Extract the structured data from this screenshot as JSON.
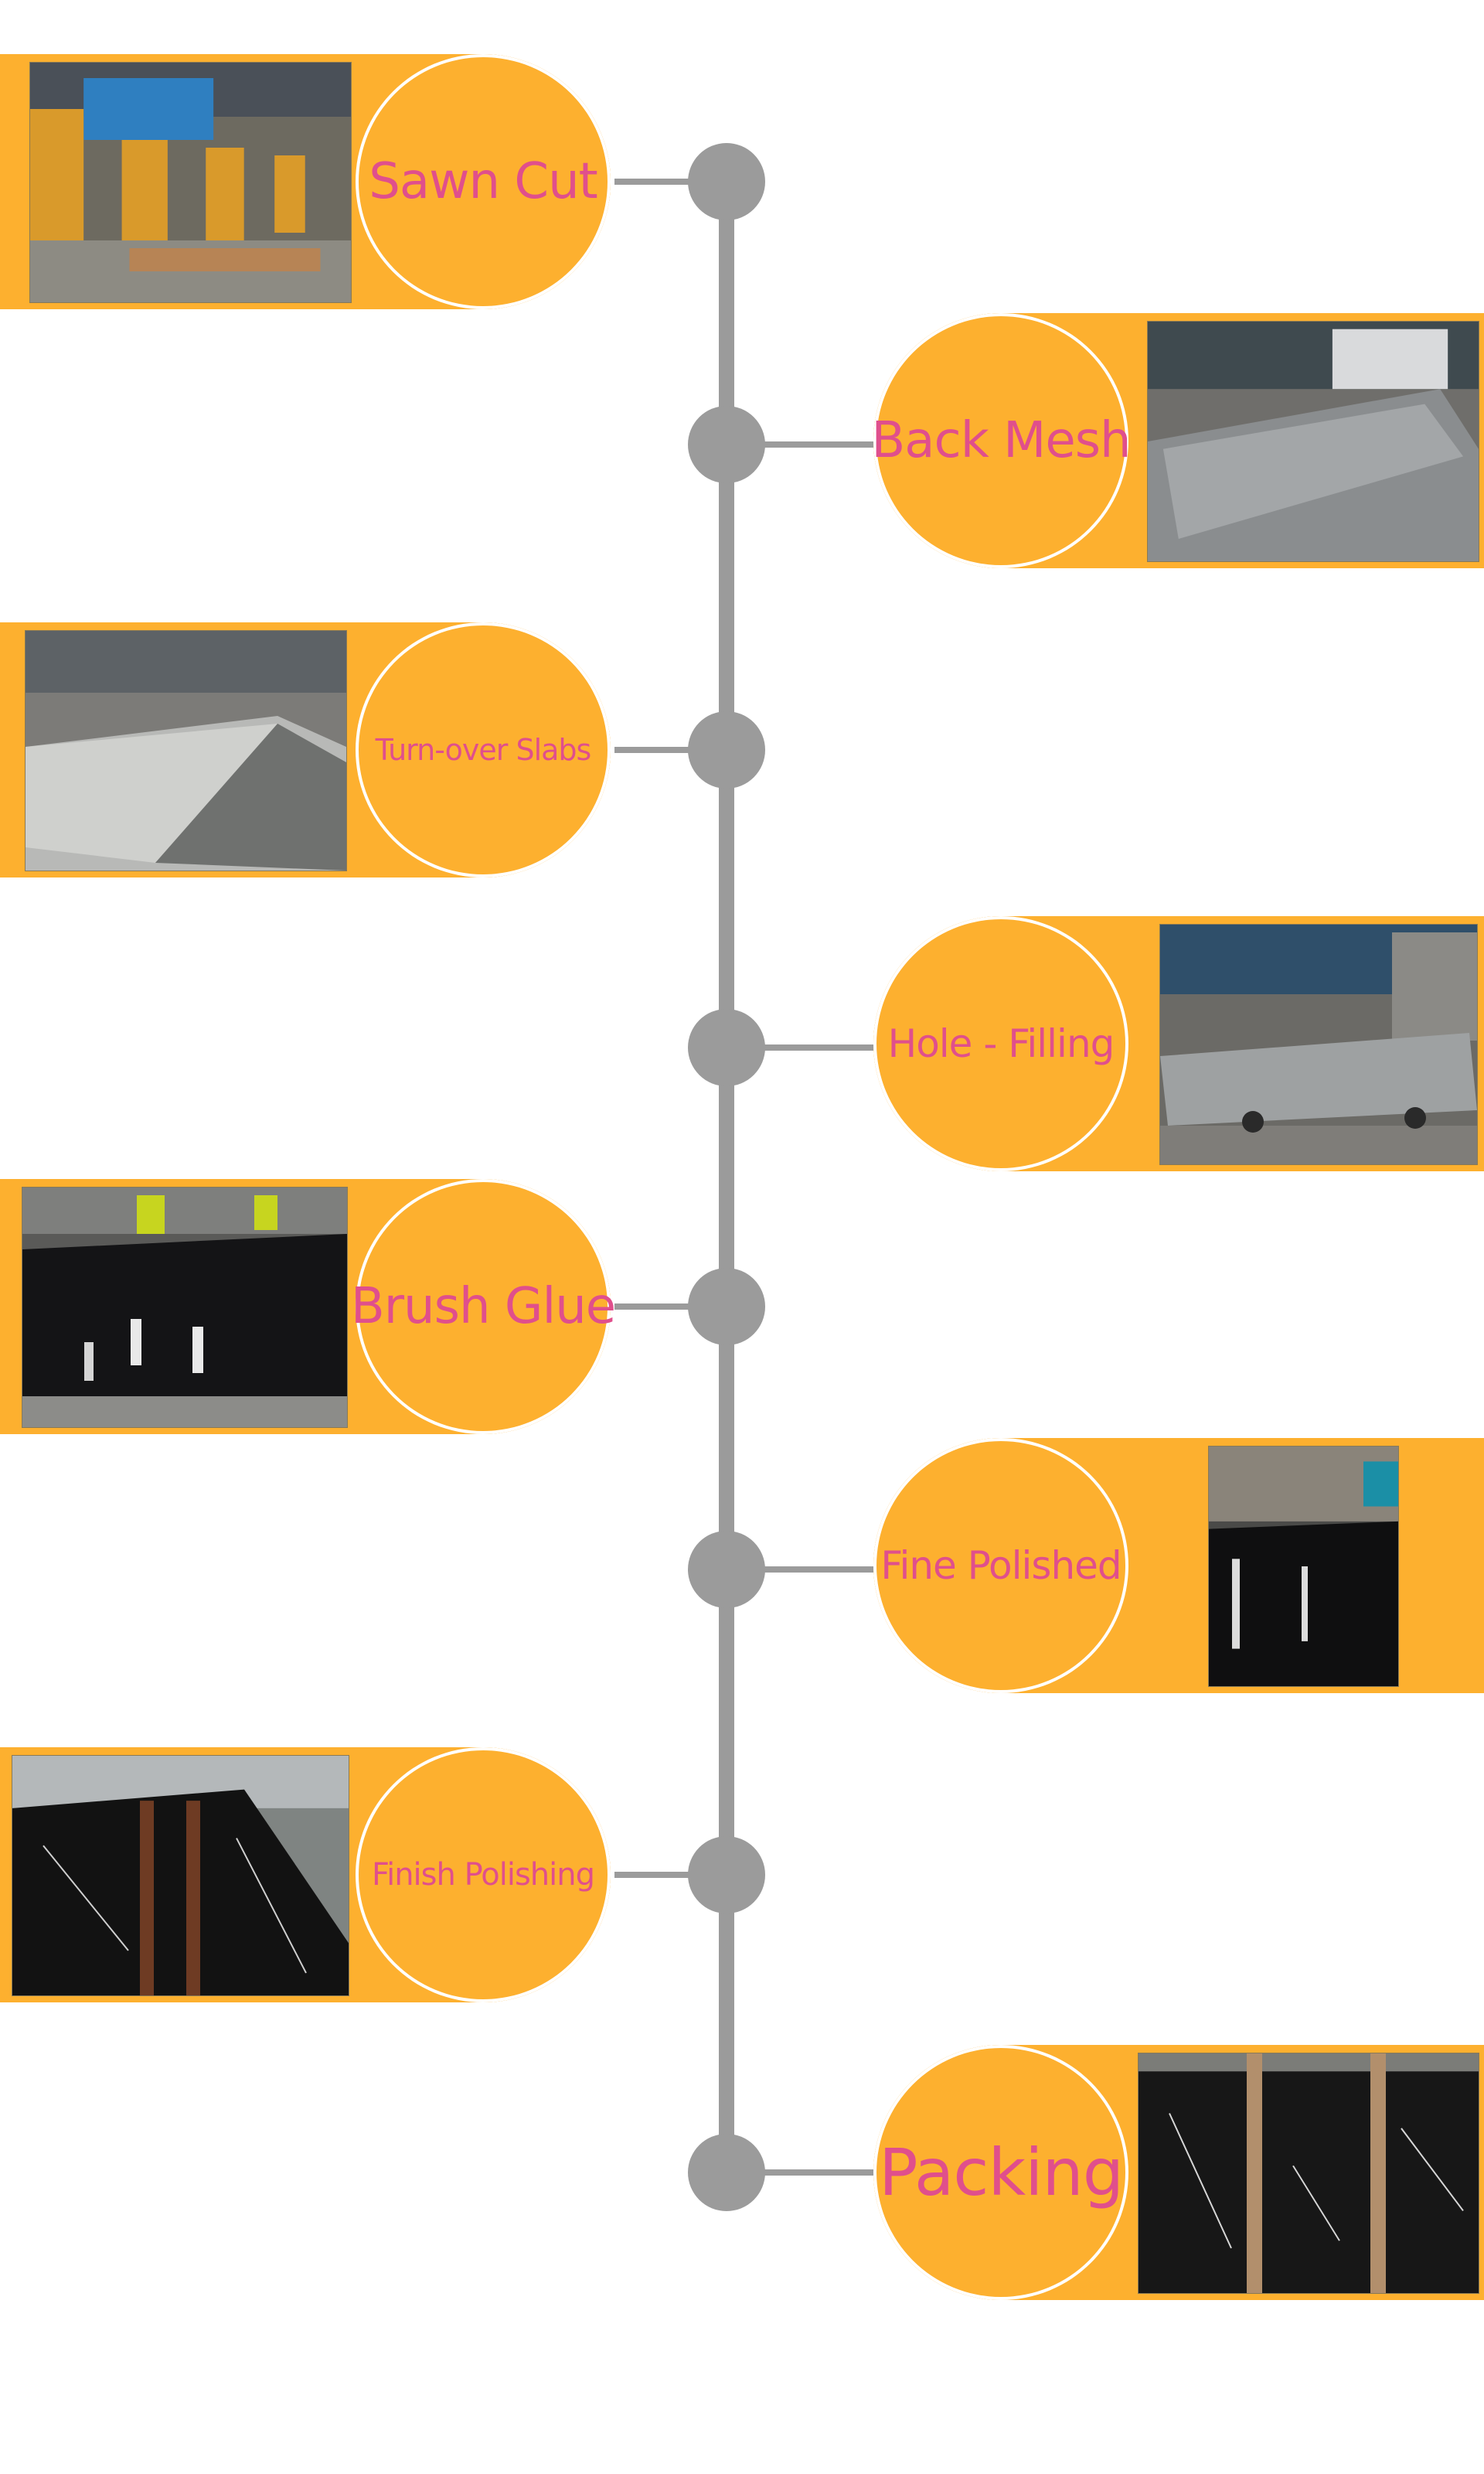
{
  "colors": {
    "pill": "#fdb02f",
    "label": "#e04f8c",
    "line": "#9b9b9b",
    "dot": "#9b9b9b"
  },
  "steps": [
    {
      "label": "Sawn Cut",
      "side": "left",
      "photo_icon": "gang-saw-machine-photo"
    },
    {
      "label": "Back Mesh",
      "side": "right",
      "photo_icon": "slab-with-mesh-photo"
    },
    {
      "label": "Turn-over Slabs",
      "side": "left",
      "photo_icon": "turned-slab-photo"
    },
    {
      "label": "Hole - Filling",
      "side": "right",
      "photo_icon": "slab-on-cart-photo"
    },
    {
      "label": "Brush Glue",
      "side": "left",
      "photo_icon": "workers-gluing-photo"
    },
    {
      "label": "Fine Polished",
      "side": "right",
      "photo_icon": "polished-black-slab-photo"
    },
    {
      "label": "Finish Polishing",
      "side": "left",
      "photo_icon": "finished-black-slab-photo"
    },
    {
      "label": "Packing",
      "side": "right",
      "photo_icon": "packed-slabs-photo"
    }
  ]
}
